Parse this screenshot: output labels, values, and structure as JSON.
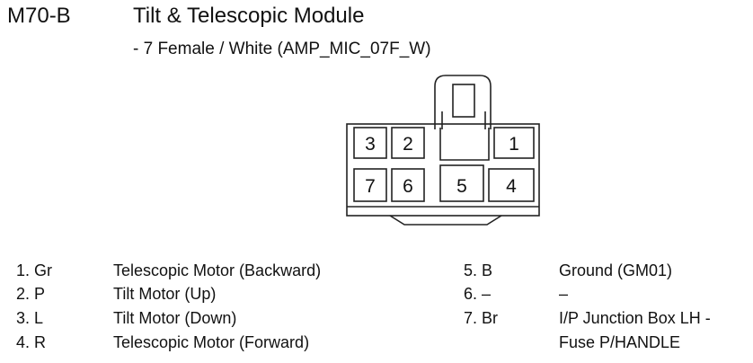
{
  "header": {
    "code": "M70-B",
    "title": "Tilt & Telescopic Module",
    "subtitle": "- 7 Female / White (AMP_MIC_07F_W)"
  },
  "connector": {
    "pins": [
      "1",
      "2",
      "3",
      "4",
      "5",
      "6",
      "7"
    ]
  },
  "legend": {
    "left": [
      {
        "pin": "1. Gr",
        "desc": "Telescopic Motor (Backward)"
      },
      {
        "pin": "2. P",
        "desc": "Tilt Motor (Up)"
      },
      {
        "pin": "3. L",
        "desc": "Tilt Motor (Down)"
      },
      {
        "pin": "4. R",
        "desc": "Telescopic Motor (Forward)"
      }
    ],
    "right": [
      {
        "pin": "5. B",
        "desc": "Ground (GM01)"
      },
      {
        "pin": "6. –",
        "desc": "–"
      },
      {
        "pin": "7. Br",
        "desc": "I/P Junction Box LH -"
      },
      {
        "pin": "",
        "desc": "Fuse P/HANDLE"
      }
    ]
  }
}
